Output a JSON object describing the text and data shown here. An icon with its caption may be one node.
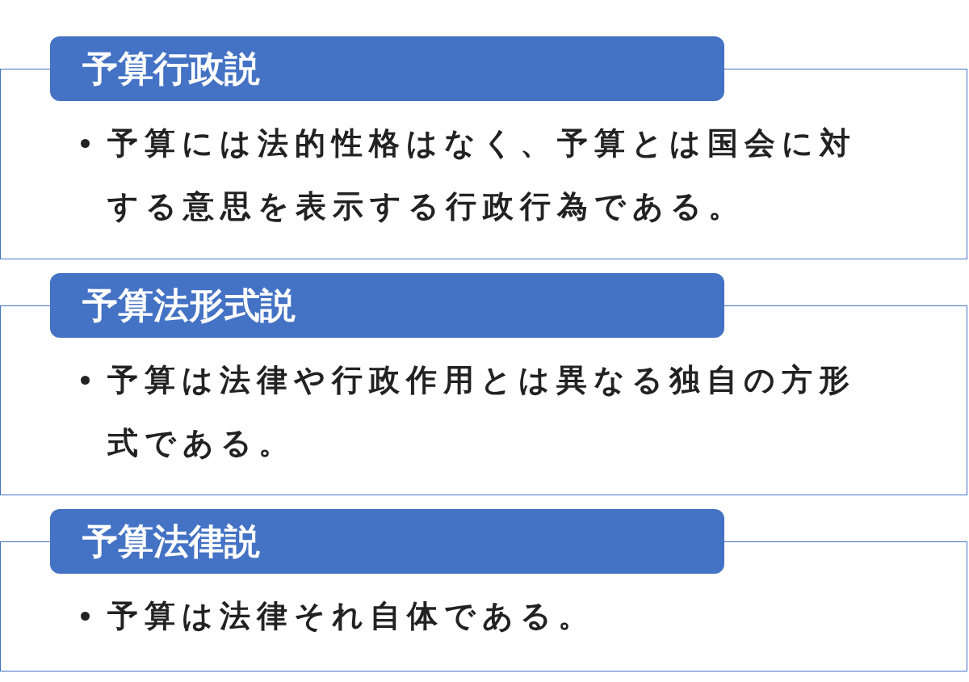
{
  "diagram": {
    "nodes": [
      {
        "text": [
          "予算行政説",
          "予算には法的性格はなく、予算とは国会に対する意思を表示する行政行為である。"
        ]
      },
      {
        "text": [
          "予算法形式説",
          "予算は法律や行政作用とは異なる独自の方形式である。"
        ]
      },
      {
        "text": [
          "予算法律説",
          "予算は法律それ自体である。"
        ]
      }
    ]
  }
}
